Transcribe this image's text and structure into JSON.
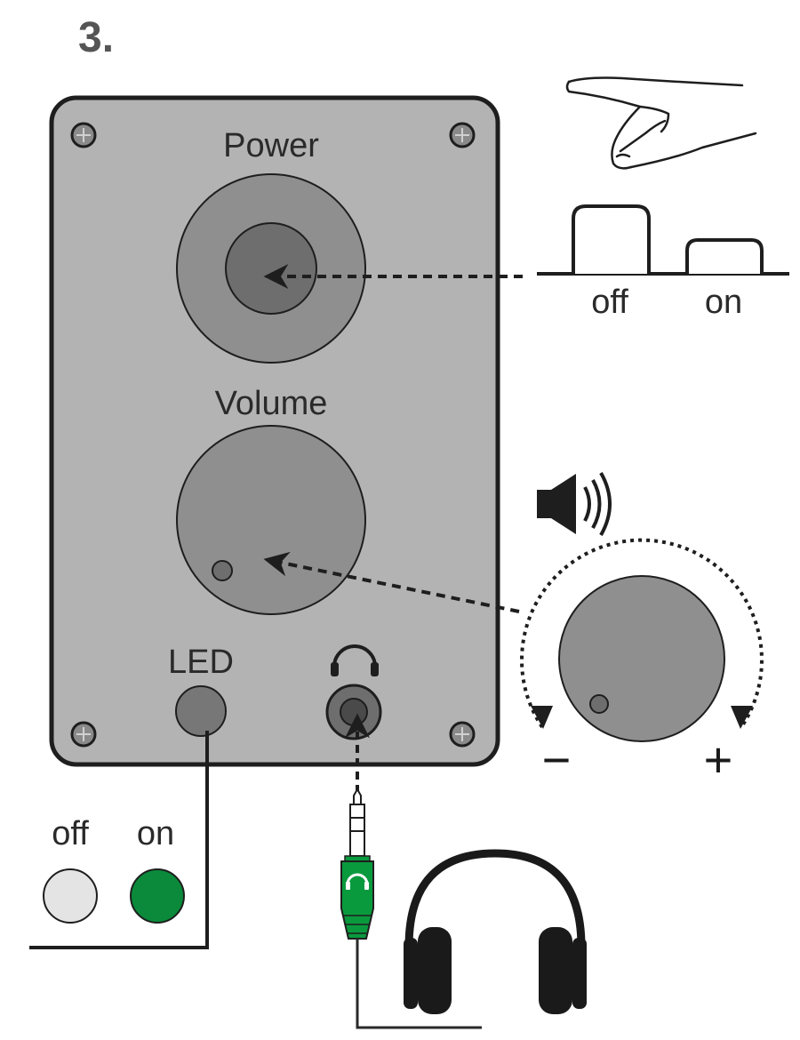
{
  "step_number": "3.",
  "panel": {
    "power_label": "Power",
    "volume_label": "Volume",
    "led_label": "LED"
  },
  "power_switch": {
    "off_label": "off",
    "on_label": "on"
  },
  "led_states": {
    "off_label": "off",
    "on_label": "on",
    "off_color": "#e4e4e4",
    "on_color": "#0a8a3a"
  },
  "volume_dial": {
    "minus_label": "−",
    "plus_label": "+"
  },
  "colors": {
    "panel": "#b3b3b3",
    "knob_outer": "#8f8f8f",
    "knob_inner": "#6e6e6e",
    "plug_green": "#0a9a3e",
    "outline": "#1e1e1e"
  },
  "icons": [
    "screw-icon",
    "speaker-icon",
    "headphones-icon",
    "hand-icon",
    "headphone-plug-icon"
  ]
}
